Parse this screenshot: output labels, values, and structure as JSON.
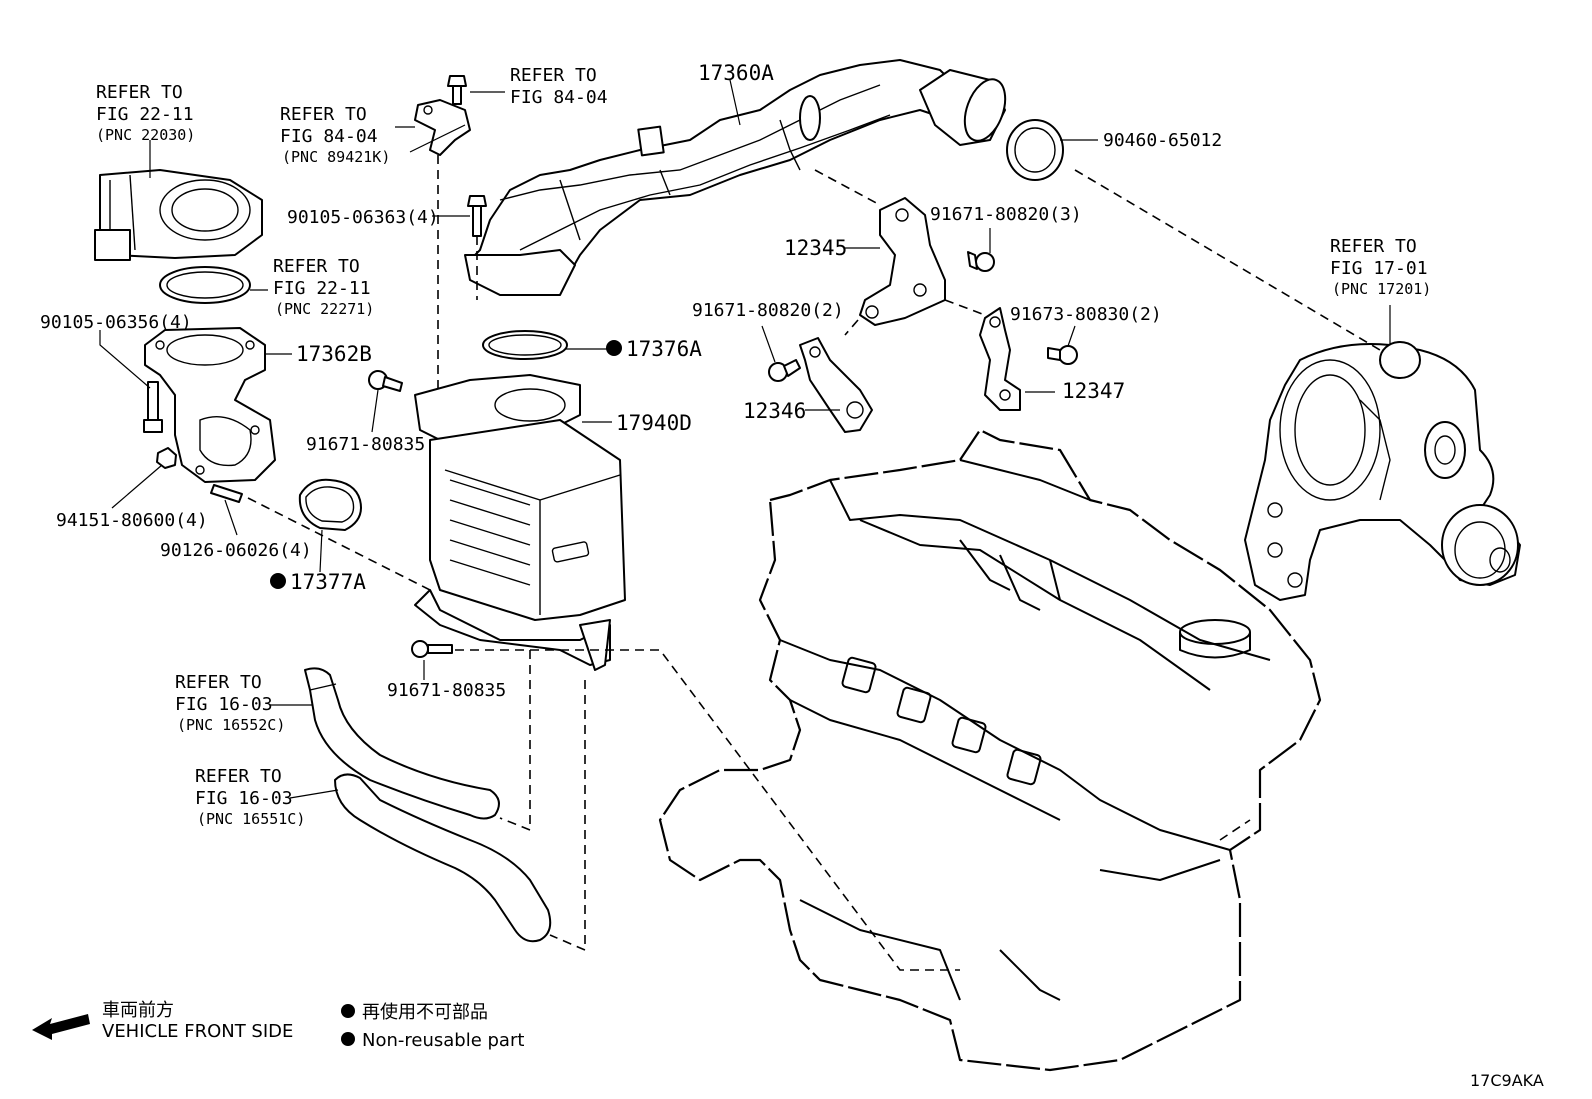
{
  "labels": {
    "refer_throttle": [
      "REFER TO",
      "FIG 22-11",
      "(PNC 22030)"
    ],
    "refer_sensor_top": [
      "REFER TO",
      "FIG 84-04"
    ],
    "refer_sensor": [
      "REFER TO",
      "FIG 84-04",
      "(PNC 89421K)"
    ],
    "refer_gasket": [
      "REFER TO",
      "FIG 22-11",
      "(PNC 22271)"
    ],
    "refer_turbo": [
      "REFER TO",
      "FIG 17-01",
      "(PNC 17201)"
    ],
    "refer_hose1": [
      "REFER TO",
      "FIG 16-03",
      "(PNC 16552C)"
    ],
    "refer_hose2": [
      "REFER TO",
      "FIG 16-03",
      "(PNC 16551C)"
    ],
    "p_17360A": "17360A",
    "p_90460": "90460-65012",
    "p_90105_06363": "90105-06363(4)",
    "p_90105_06356": "90105-06356(4)",
    "p_17362B": "17362B",
    "p_17376A": "17376A",
    "p_17940D": "17940D",
    "p_91671_80835a": "91671-80835",
    "p_91671_80835b": "91671-80835",
    "p_94151": "94151-80600(4)",
    "p_90126": "90126-06026(4)",
    "p_17377A": "17377A",
    "p_12345": "12345",
    "p_91671_80820_3": "91671-80820(3)",
    "p_91671_80820_2": "91671-80820(2)",
    "p_91673": "91673-80830(2)",
    "p_12346": "12346",
    "p_12347": "12347"
  },
  "legend": {
    "front_jp": "車両前方",
    "front_en": "VEHICLE FRONT SIDE",
    "nonreuse_jp": "再使用不可部品",
    "nonreuse_en": "Non-reusable part"
  },
  "diagram_code": "17C9AKA"
}
